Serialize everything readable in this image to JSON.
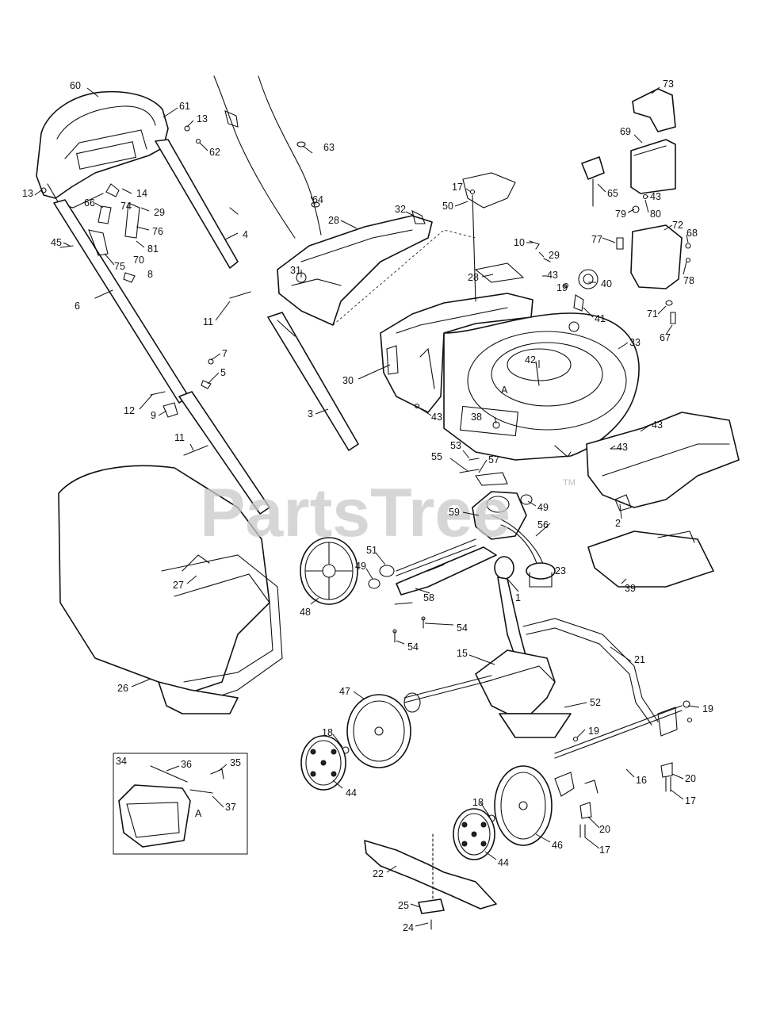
{
  "diagram": {
    "watermark": "PartsTree",
    "watermark_tm": "TM",
    "inset_box_label": "34",
    "reference_marks": [
      "A",
      "A"
    ],
    "callouts": [
      "60",
      "61",
      "13",
      "62",
      "13",
      "14",
      "74",
      "29",
      "66",
      "76",
      "45",
      "75",
      "70",
      "81",
      "8",
      "6",
      "4",
      "63",
      "64",
      "28",
      "32",
      "31",
      "11",
      "7",
      "5",
      "12",
      "9",
      "3",
      "11",
      "27",
      "26",
      "17",
      "50",
      "10",
      "29",
      "28",
      "43",
      "19",
      "40",
      "41",
      "30",
      "42",
      "33",
      "43",
      "38",
      "43",
      "43",
      "53",
      "57",
      "55",
      "49",
      "59",
      "56",
      "51",
      "49",
      "48",
      "58",
      "54",
      "54",
      "23",
      "1",
      "2",
      "39",
      "15",
      "21",
      "47",
      "52",
      "19",
      "19",
      "18",
      "44",
      "16",
      "20",
      "17",
      "46",
      "20",
      "17",
      "18",
      "44",
      "22",
      "25",
      "24",
      "34",
      "36",
      "35",
      "37",
      "73",
      "69",
      "65",
      "43",
      "79",
      "80",
      "77",
      "72",
      "68",
      "78",
      "71",
      "67"
    ]
  }
}
